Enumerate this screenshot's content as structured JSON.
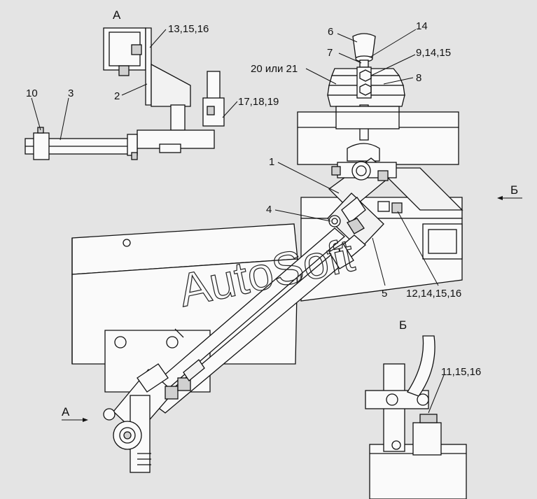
{
  "watermark": "AutoSoft",
  "views": {
    "a_title": "А",
    "b_title": "Б",
    "a_arrow": "А",
    "b_arrow": "Б"
  },
  "callouts": {
    "c_13_15_16": "13,15,16",
    "c_2": "2",
    "c_17_18_19": "17,18,19",
    "c_10": "10",
    "c_3": "3",
    "c_6": "6",
    "c_14": "14",
    "c_7": "7",
    "c_9_14_15": "9,14,15",
    "c_20_21": "20 или 21",
    "c_8": "8",
    "c_1": "1",
    "c_4": "4",
    "c_5": "5",
    "c_12_14_15_16": "12,14,15,16",
    "c_11_15_16": "11,15,16"
  }
}
